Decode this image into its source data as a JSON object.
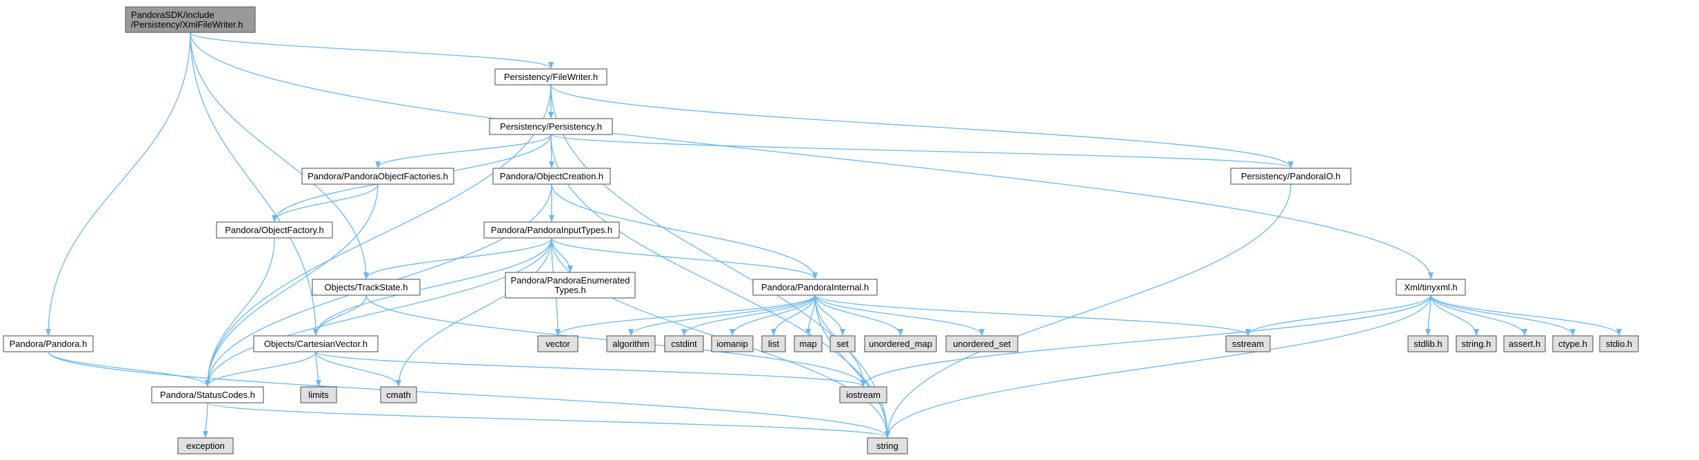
{
  "colors": {
    "edge": "#63b8ff",
    "root_fill": "#999999",
    "node_fill": "#ffffff",
    "system_fill": "#e0e0e0",
    "border": "#666666"
  },
  "nodes": [
    {
      "id": "root",
      "lines": [
        "PandoraSDK/include",
        "/Persistency/XmlFileWriter.h"
      ],
      "kind": "root"
    },
    {
      "id": "filewriter",
      "lines": [
        "Persistency/FileWriter.h"
      ],
      "kind": "header"
    },
    {
      "id": "persistency",
      "lines": [
        "Persistency/Persistency.h"
      ],
      "kind": "header"
    },
    {
      "id": "factories",
      "lines": [
        "Pandora/PandoraObjectFactories.h"
      ],
      "kind": "header"
    },
    {
      "id": "objcreation",
      "lines": [
        "Pandora/ObjectCreation.h"
      ],
      "kind": "header"
    },
    {
      "id": "pandoraio",
      "lines": [
        "Persistency/PandoraIO.h"
      ],
      "kind": "header"
    },
    {
      "id": "objfactory",
      "lines": [
        "Pandora/ObjectFactory.h"
      ],
      "kind": "header"
    },
    {
      "id": "inputtypes",
      "lines": [
        "Pandora/PandoraInputTypes.h"
      ],
      "kind": "header"
    },
    {
      "id": "enumtypes",
      "lines": [
        "Pandora/PandoraEnumerated",
        "Types.h"
      ],
      "kind": "header"
    },
    {
      "id": "trackstate",
      "lines": [
        "Objects/TrackState.h"
      ],
      "kind": "header"
    },
    {
      "id": "internal",
      "lines": [
        "Pandora/PandoraInternal.h"
      ],
      "kind": "header"
    },
    {
      "id": "tinyxml",
      "lines": [
        "Xml/tinyxml.h"
      ],
      "kind": "header"
    },
    {
      "id": "pandora",
      "lines": [
        "Pandora/Pandora.h"
      ],
      "kind": "header"
    },
    {
      "id": "cartesian",
      "lines": [
        "Objects/CartesianVector.h"
      ],
      "kind": "header"
    },
    {
      "id": "statuscodes",
      "lines": [
        "Pandora/StatusCodes.h"
      ],
      "kind": "header"
    },
    {
      "id": "vector",
      "lines": [
        "vector"
      ],
      "kind": "system"
    },
    {
      "id": "algorithm",
      "lines": [
        "algorithm"
      ],
      "kind": "system"
    },
    {
      "id": "cstdint",
      "lines": [
        "cstdint"
      ],
      "kind": "system"
    },
    {
      "id": "iomanip",
      "lines": [
        "iomanip"
      ],
      "kind": "system"
    },
    {
      "id": "list",
      "lines": [
        "list"
      ],
      "kind": "system"
    },
    {
      "id": "map",
      "lines": [
        "map"
      ],
      "kind": "system"
    },
    {
      "id": "set",
      "lines": [
        "set"
      ],
      "kind": "system"
    },
    {
      "id": "umap",
      "lines": [
        "unordered_map"
      ],
      "kind": "system"
    },
    {
      "id": "uset",
      "lines": [
        "unordered_set"
      ],
      "kind": "system"
    },
    {
      "id": "sstream",
      "lines": [
        "sstream"
      ],
      "kind": "system"
    },
    {
      "id": "stdlib",
      "lines": [
        "stdlib.h"
      ],
      "kind": "system"
    },
    {
      "id": "stringh",
      "lines": [
        "string.h"
      ],
      "kind": "system"
    },
    {
      "id": "asserth",
      "lines": [
        "assert.h"
      ],
      "kind": "system"
    },
    {
      "id": "ctypeh",
      "lines": [
        "ctype.h"
      ],
      "kind": "system"
    },
    {
      "id": "stdioh",
      "lines": [
        "stdio.h"
      ],
      "kind": "system"
    },
    {
      "id": "limits",
      "lines": [
        "limits"
      ],
      "kind": "system"
    },
    {
      "id": "cmath",
      "lines": [
        "cmath"
      ],
      "kind": "system"
    },
    {
      "id": "iostream",
      "lines": [
        "iostream"
      ],
      "kind": "system"
    },
    {
      "id": "exception",
      "lines": [
        "exception"
      ],
      "kind": "system"
    },
    {
      "id": "string",
      "lines": [
        "string"
      ],
      "kind": "system"
    }
  ],
  "edges": [
    [
      "root",
      "filewriter"
    ],
    [
      "root",
      "tinyxml"
    ],
    [
      "root",
      "pandora"
    ],
    [
      "root",
      "cartesian"
    ],
    [
      "root",
      "trackstate"
    ],
    [
      "filewriter",
      "persistency"
    ],
    [
      "filewriter",
      "pandoraio"
    ],
    [
      "filewriter",
      "statuscodes"
    ],
    [
      "filewriter",
      "string"
    ],
    [
      "persistency",
      "factories"
    ],
    [
      "persistency",
      "objcreation"
    ],
    [
      "persistency",
      "pandoraio"
    ],
    [
      "persistency",
      "objfactory"
    ],
    [
      "persistency",
      "string"
    ],
    [
      "factories",
      "objfactory"
    ],
    [
      "factories",
      "statuscodes"
    ],
    [
      "objfactory",
      "statuscodes"
    ],
    [
      "objcreation",
      "inputtypes"
    ],
    [
      "objcreation",
      "internal"
    ],
    [
      "objcreation",
      "statuscodes"
    ],
    [
      "pandoraio",
      "string"
    ],
    [
      "inputtypes",
      "enumtypes"
    ],
    [
      "inputtypes",
      "trackstate"
    ],
    [
      "inputtypes",
      "internal"
    ],
    [
      "inputtypes",
      "cartesian"
    ],
    [
      "inputtypes",
      "statuscodes"
    ],
    [
      "inputtypes",
      "vector"
    ],
    [
      "inputtypes",
      "cmath"
    ],
    [
      "inputtypes",
      "string"
    ],
    [
      "trackstate",
      "cartesian"
    ],
    [
      "trackstate",
      "iostream"
    ],
    [
      "internal",
      "vector"
    ],
    [
      "internal",
      "algorithm"
    ],
    [
      "internal",
      "cstdint"
    ],
    [
      "internal",
      "iomanip"
    ],
    [
      "internal",
      "list"
    ],
    [
      "internal",
      "map"
    ],
    [
      "internal",
      "set"
    ],
    [
      "internal",
      "umap"
    ],
    [
      "internal",
      "uset"
    ],
    [
      "internal",
      "sstream"
    ],
    [
      "internal",
      "iostream"
    ],
    [
      "internal",
      "string"
    ],
    [
      "tinyxml",
      "sstream"
    ],
    [
      "tinyxml",
      "stdlib"
    ],
    [
      "tinyxml",
      "stringh"
    ],
    [
      "tinyxml",
      "asserth"
    ],
    [
      "tinyxml",
      "ctypeh"
    ],
    [
      "tinyxml",
      "stdioh"
    ],
    [
      "tinyxml",
      "iostream"
    ],
    [
      "tinyxml",
      "string"
    ],
    [
      "pandora",
      "statuscodes"
    ],
    [
      "pandora",
      "string"
    ],
    [
      "cartesian",
      "statuscodes"
    ],
    [
      "cartesian",
      "limits"
    ],
    [
      "cartesian",
      "cmath"
    ],
    [
      "cartesian",
      "iostream"
    ],
    [
      "statuscodes",
      "exception"
    ],
    [
      "statuscodes",
      "string"
    ]
  ]
}
